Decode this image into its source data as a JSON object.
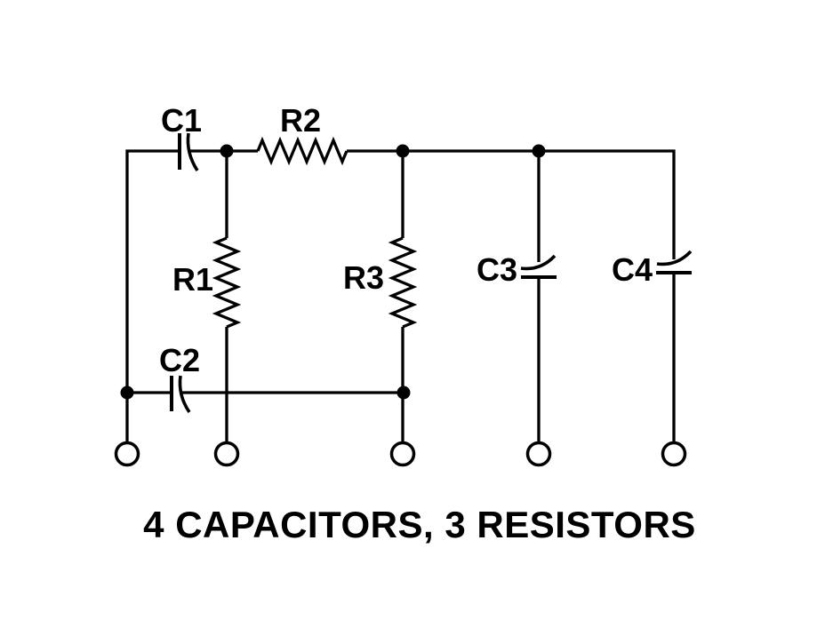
{
  "page": {
    "background_color": "#ffffff",
    "ink_color": "#000000"
  },
  "diagram": {
    "caption": "4 CAPACITORS, 3 RESISTORS",
    "counts": {
      "capacitors": 4,
      "resistors": 3
    },
    "terminal_count": 5,
    "components": [
      {
        "label": "C1",
        "kind": "capacitor",
        "orientation": "horizontal"
      },
      {
        "label": "R2",
        "kind": "resistor",
        "orientation": "horizontal"
      },
      {
        "label": "R1",
        "kind": "resistor",
        "orientation": "vertical"
      },
      {
        "label": "R3",
        "kind": "resistor",
        "orientation": "vertical"
      },
      {
        "label": "C2",
        "kind": "capacitor",
        "orientation": "horizontal"
      },
      {
        "label": "C3",
        "kind": "capacitor",
        "orientation": "vertical"
      },
      {
        "label": "C4",
        "kind": "capacitor",
        "orientation": "vertical"
      }
    ]
  }
}
